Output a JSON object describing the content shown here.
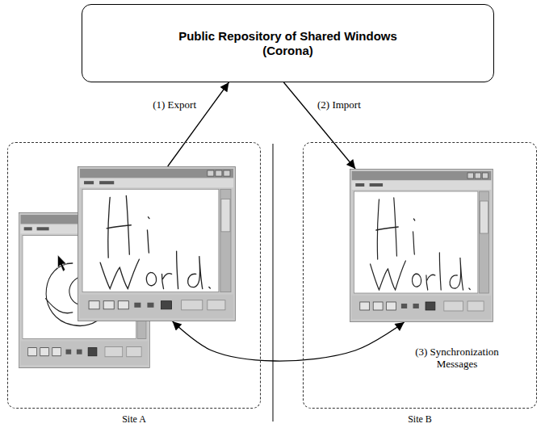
{
  "diagram": {
    "nodes": [
      {
        "text": [
          "Public Repository of Shared Windows (Corona)"
        ]
      },
      {
        "text": [
          "Site A"
        ]
      },
      {
        "text": [],
        "in": 1
      },
      {
        "text": [
          "Site B"
        ]
      },
      {
        "text": [],
        "in": 3
      }
    ],
    "edges": [
      {
        "from": 2,
        "to": 0,
        "arrow": "to",
        "label": "(1) Export"
      },
      {
        "from": 0,
        "to": 4,
        "arrow": "to",
        "label": "(2) Import"
      },
      {
        "from": 2,
        "to": 4,
        "arrow": "both",
        "label": "(3) Synchronization Messages"
      }
    ]
  }
}
